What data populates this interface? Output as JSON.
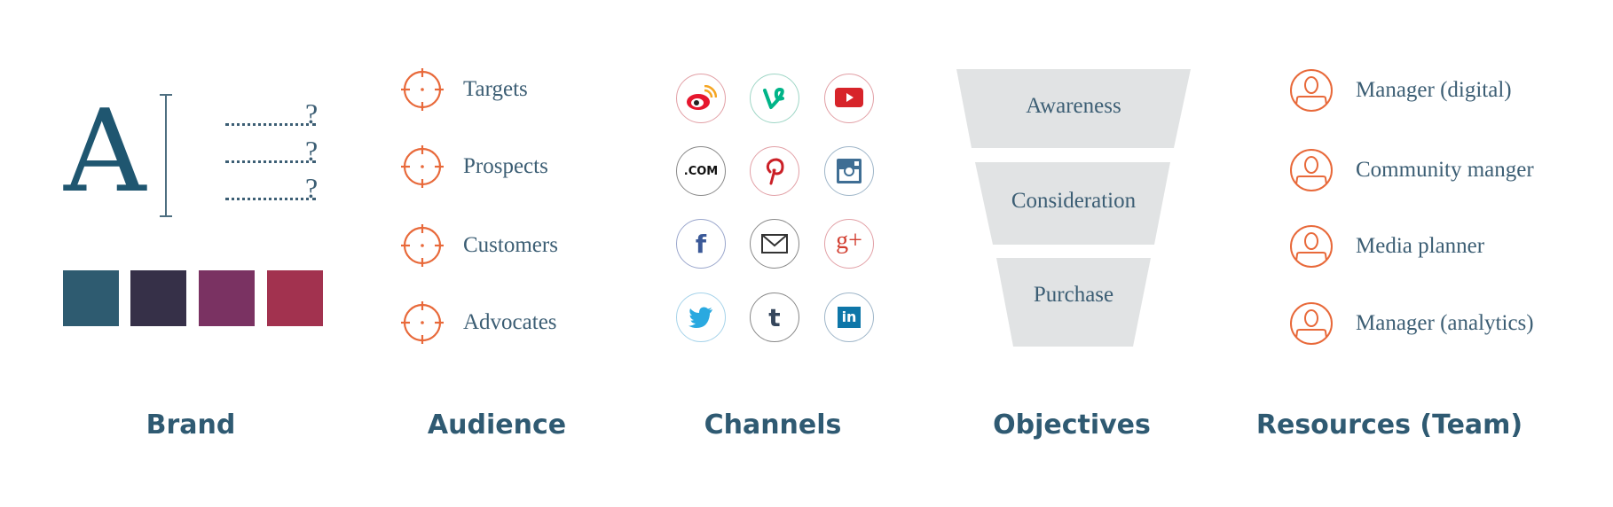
{
  "colors": {
    "heading": "#2f5a72",
    "text": "#3c5e74",
    "accent_orange": "#e8693a",
    "funnel_fill": "#e1e3e4"
  },
  "brand": {
    "heading": "Brand",
    "letter": "A",
    "question_marks": [
      "?",
      "?",
      "?"
    ],
    "swatches": [
      "#2e5b70",
      "#363048",
      "#7a3262",
      "#a2324f"
    ]
  },
  "audience": {
    "heading": "Audience",
    "icon": "target-crosshair-icon",
    "items": [
      {
        "label": "Targets"
      },
      {
        "label": "Prospects"
      },
      {
        "label": "Customers"
      },
      {
        "label": "Advocates"
      }
    ]
  },
  "channels": {
    "heading": "Channels",
    "items": [
      {
        "name": "weibo",
        "icon": "weibo-icon",
        "ring": "#e2a0a6"
      },
      {
        "name": "vine",
        "icon": "vine-icon",
        "ring": "#9fd6c6"
      },
      {
        "name": "youtube",
        "icon": "youtube-icon",
        "ring": "#e2a0a6"
      },
      {
        "name": "website",
        "icon": "dotcom-icon",
        "label": ".COM",
        "ring": "#888888"
      },
      {
        "name": "pinterest",
        "icon": "pinterest-icon",
        "ring": "#e2a0a6"
      },
      {
        "name": "instagram",
        "icon": "instagram-icon",
        "ring": "#9fb6c9"
      },
      {
        "name": "facebook",
        "icon": "facebook-icon",
        "label": "f",
        "ring": "#9aa6cc"
      },
      {
        "name": "email",
        "icon": "email-icon",
        "ring": "#888888"
      },
      {
        "name": "google-plus",
        "icon": "google-plus-icon",
        "label": "g+",
        "ring": "#e2a0a6"
      },
      {
        "name": "twitter",
        "icon": "twitter-icon",
        "ring": "#a6d3ea"
      },
      {
        "name": "tumblr",
        "icon": "tumblr-icon",
        "label": "t",
        "ring": "#888888"
      },
      {
        "name": "linkedin",
        "icon": "linkedin-icon",
        "label": "in",
        "ring": "#9fb6c9"
      }
    ]
  },
  "objectives": {
    "heading": "Objectives",
    "funnel": [
      {
        "label": "Awareness"
      },
      {
        "label": "Consideration"
      },
      {
        "label": "Purchase"
      }
    ]
  },
  "resources": {
    "heading": "Resources (Team)",
    "icon": "person-icon",
    "items": [
      {
        "label": "Manager (digital)"
      },
      {
        "label": "Community manger"
      },
      {
        "label": "Media planner"
      },
      {
        "label": "Manager (analytics)"
      }
    ]
  }
}
